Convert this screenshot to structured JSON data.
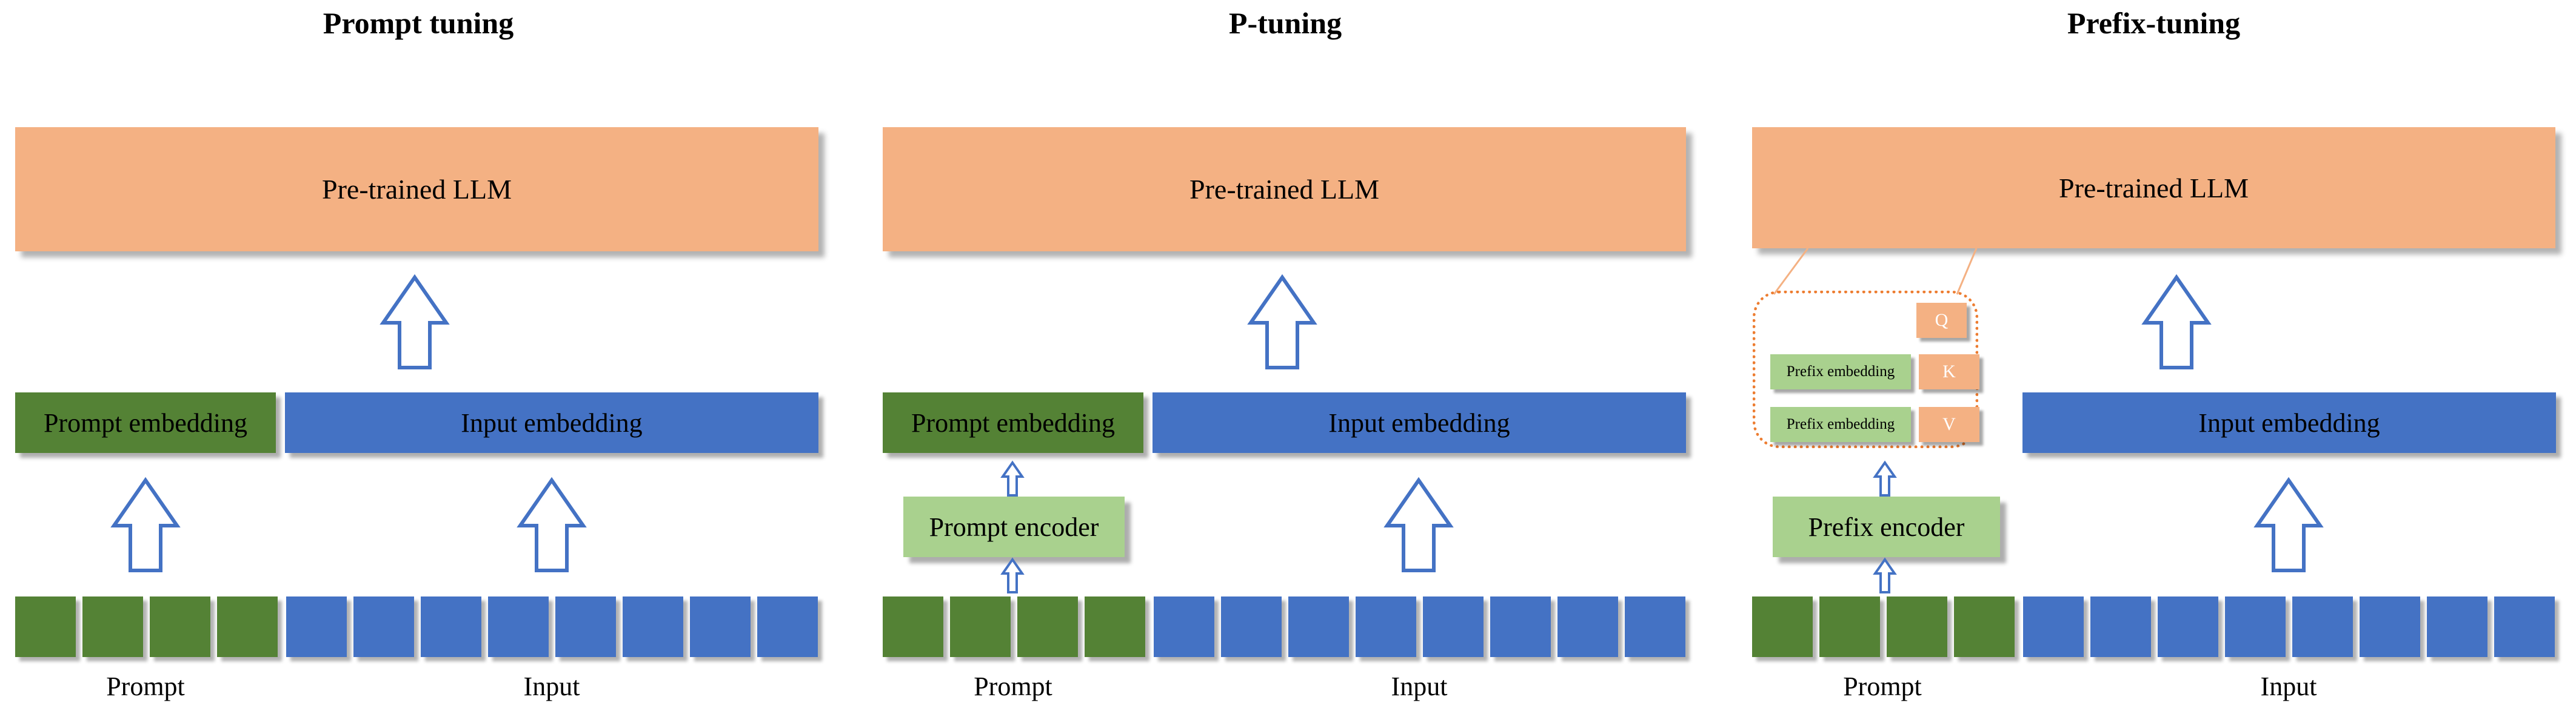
{
  "panels": [
    {
      "title": "Prompt tuning",
      "llm_label": "Pre-trained LLM",
      "prompt_embedding_label": "Prompt embedding",
      "input_embedding_label": "Input embedding",
      "prompt_label": "Prompt",
      "input_label": "Input"
    },
    {
      "title": "P-tuning",
      "llm_label": "Pre-trained LLM",
      "prompt_embedding_label": "Prompt embedding",
      "input_embedding_label": "Input embedding",
      "encoder_label": "Prompt encoder",
      "prompt_label": "Prompt",
      "input_label": "Input"
    },
    {
      "title": "Prefix-tuning",
      "llm_label": "Pre-trained LLM",
      "input_embedding_label": "Input embedding",
      "encoder_label": "Prefix encoder",
      "prefix_embedding_label": "Prefix embedding",
      "attention_labels": [
        "Q",
        "K",
        "V"
      ],
      "prompt_label": "Prompt",
      "input_label": "Input"
    }
  ],
  "token_counts": {
    "prompt": 4,
    "input": 8
  },
  "colors": {
    "llm": "#f4b183",
    "prompt_token": "#548235",
    "input_token": "#4472c4",
    "encoder": "#a9d18e",
    "arrow_outline": "#4472c4",
    "zoom_outline": "#ed7d31"
  }
}
